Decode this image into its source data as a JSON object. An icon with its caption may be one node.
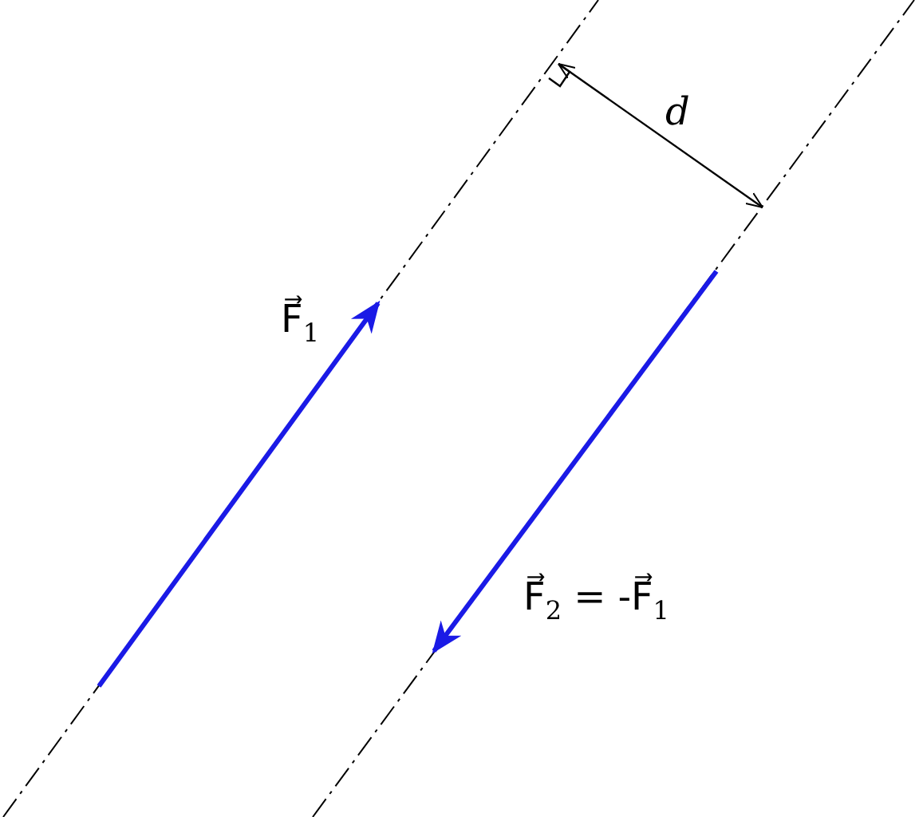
{
  "diagram": {
    "labels": [
      "F⃗$_{1}$",
      "d",
      "F⃗$_{2}$ = -F⃗$_{1}$"
    ]
  }
}
